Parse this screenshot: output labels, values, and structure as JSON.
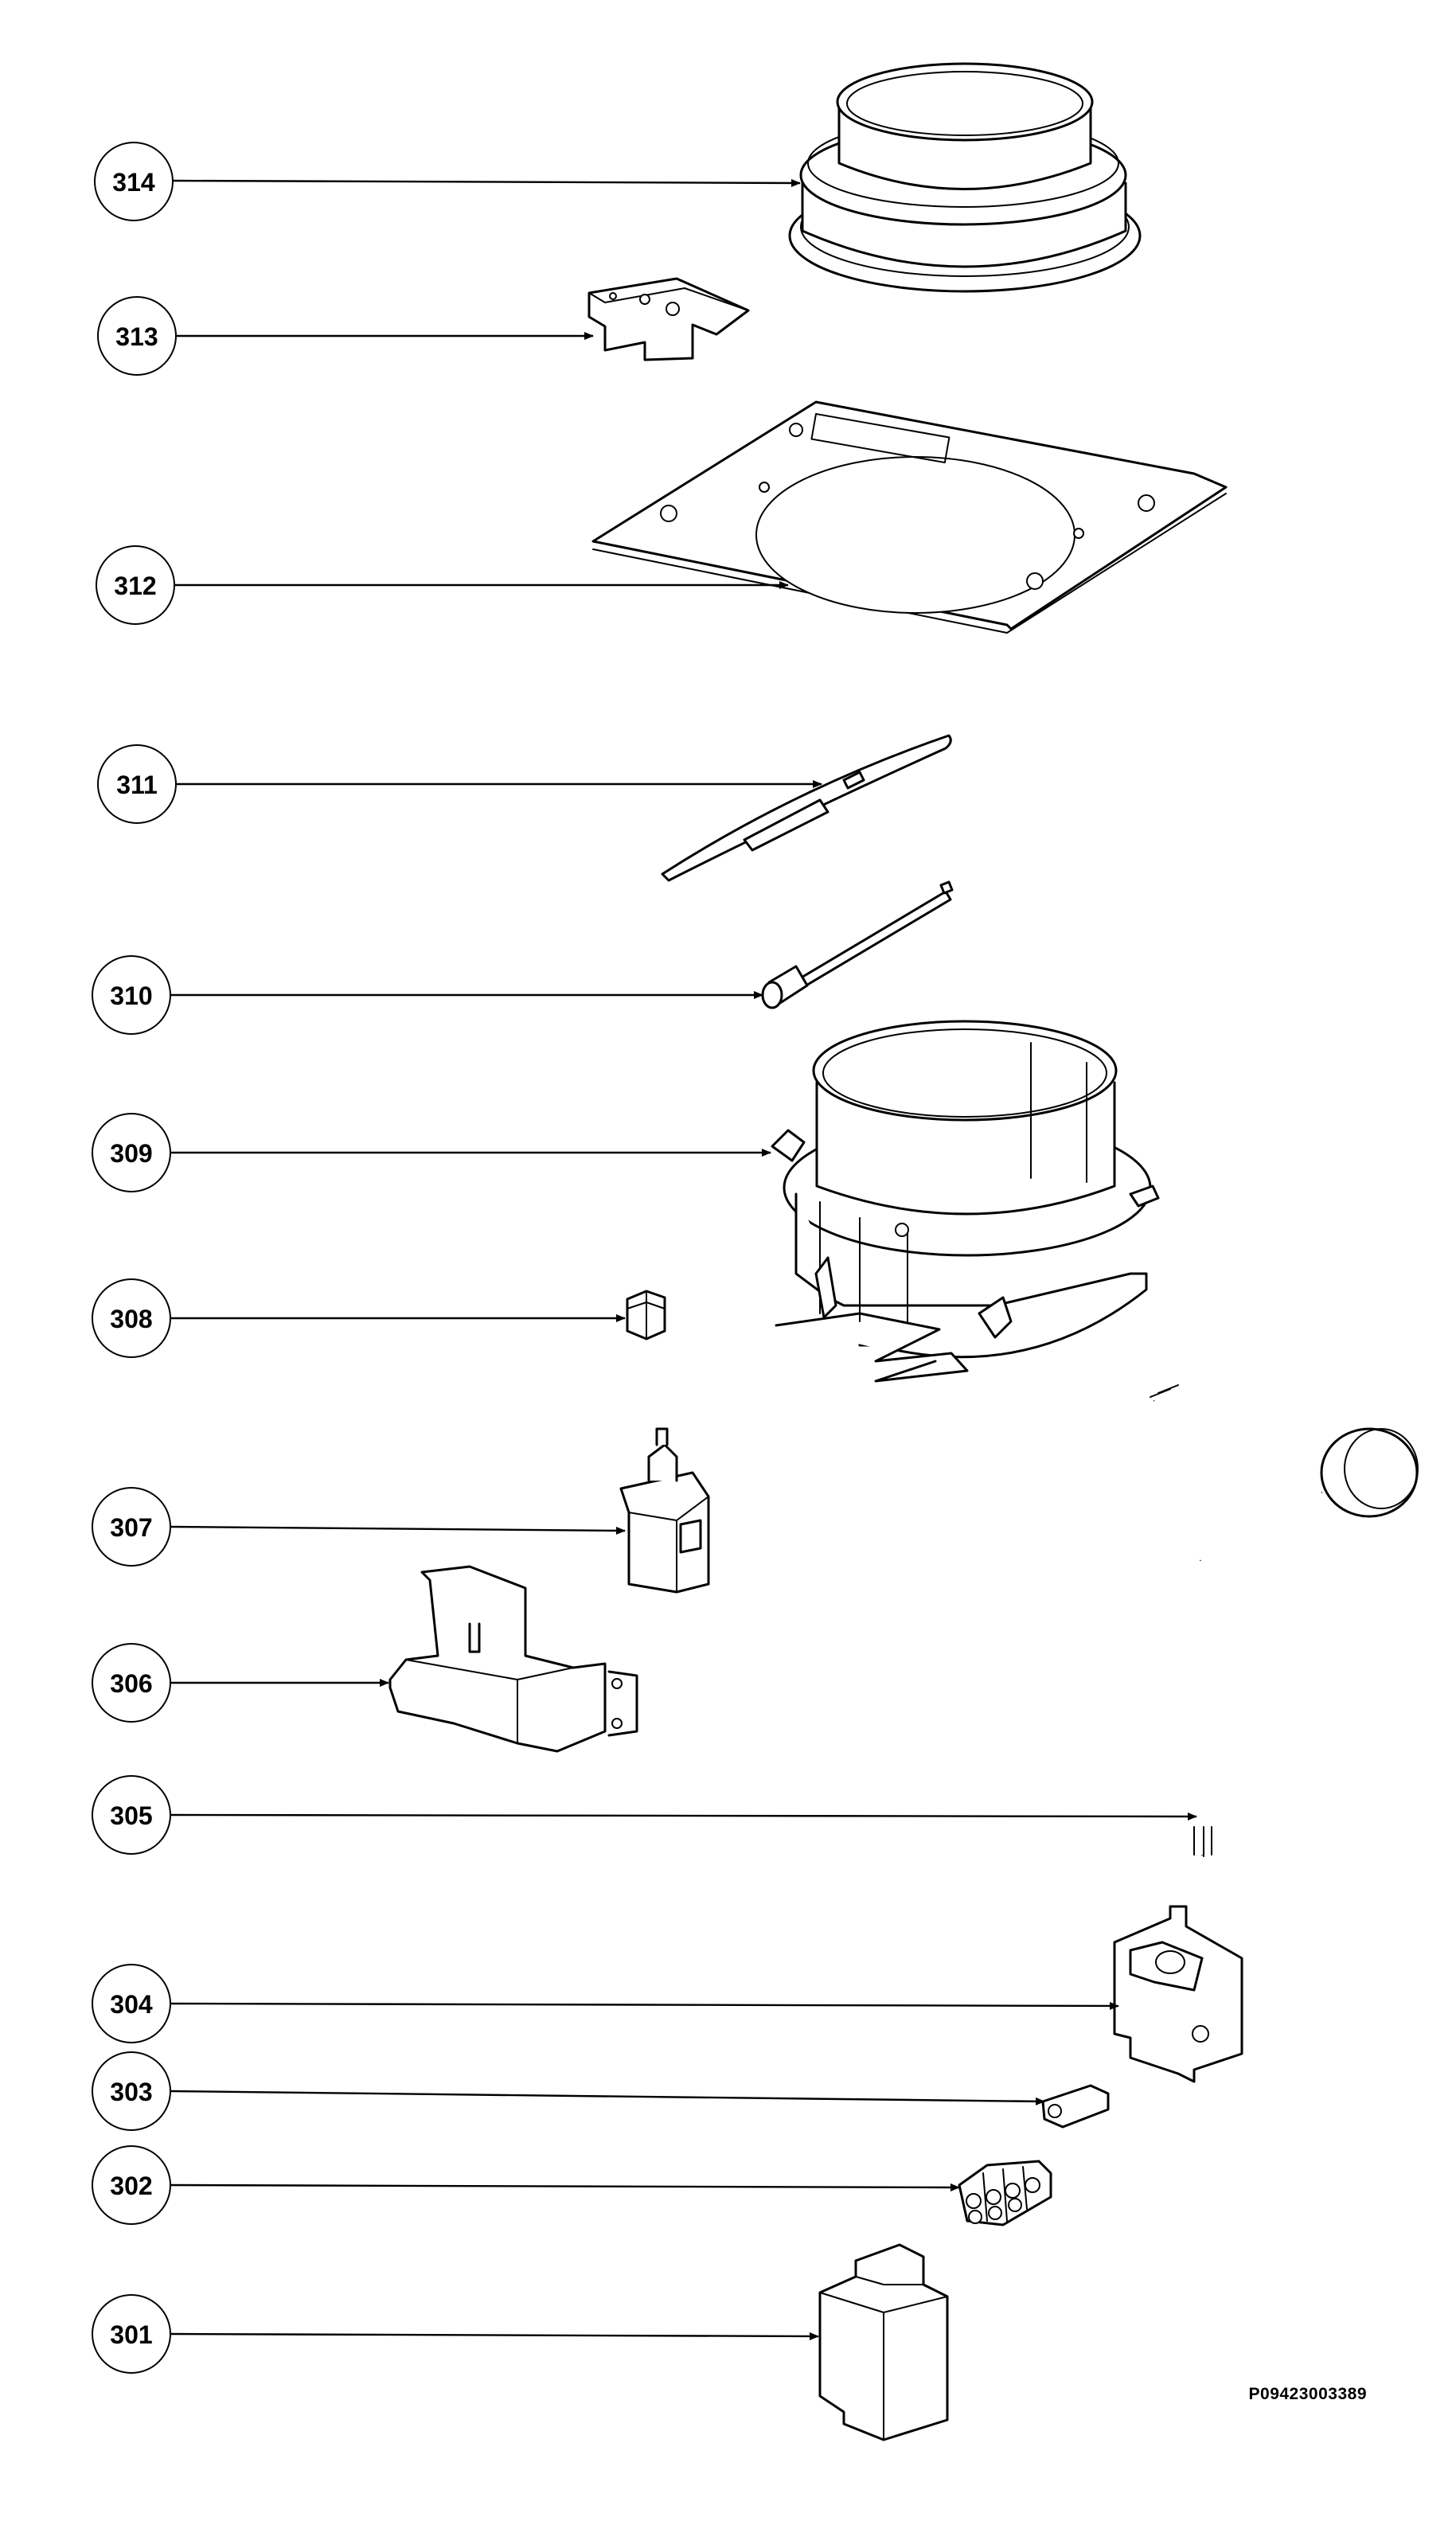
{
  "document_id": "P09423003389",
  "callouts": [
    {
      "label": "314",
      "part": "outlet-flange-collar"
    },
    {
      "label": "313",
      "part": "bracket-clip"
    },
    {
      "label": "312",
      "part": "mounting-plate"
    },
    {
      "label": "311",
      "part": "damper-flap"
    },
    {
      "label": "310",
      "part": "shaft-pin"
    },
    {
      "label": "309",
      "part": "air-outlet-housing"
    },
    {
      "label": "308",
      "part": "small-clip"
    },
    {
      "label": "307",
      "part": "microswitch-actuator"
    },
    {
      "label": "306",
      "part": "cable-cover"
    },
    {
      "label": "305",
      "part": "lamp-cable"
    },
    {
      "label": "304",
      "part": "switch-bracket"
    },
    {
      "label": "303",
      "part": "grommet-tab"
    },
    {
      "label": "302",
      "part": "terminal-block"
    },
    {
      "label": "301",
      "part": "capacitor-box"
    }
  ]
}
